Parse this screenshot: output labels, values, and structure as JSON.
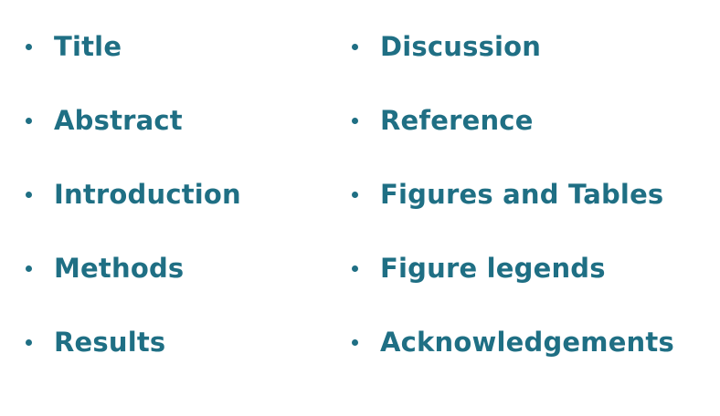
{
  "colors": {
    "text": "#1f6f84",
    "bullet": "#1f6f84",
    "background": "#ffffff"
  },
  "left_column": {
    "items": [
      "Title",
      "Abstract",
      "Introduction",
      "Methods",
      "Results"
    ]
  },
  "right_column": {
    "items": [
      "Discussion",
      "Reference",
      "Figures and Tables",
      "Figure legends",
      "Acknowledgements"
    ]
  }
}
